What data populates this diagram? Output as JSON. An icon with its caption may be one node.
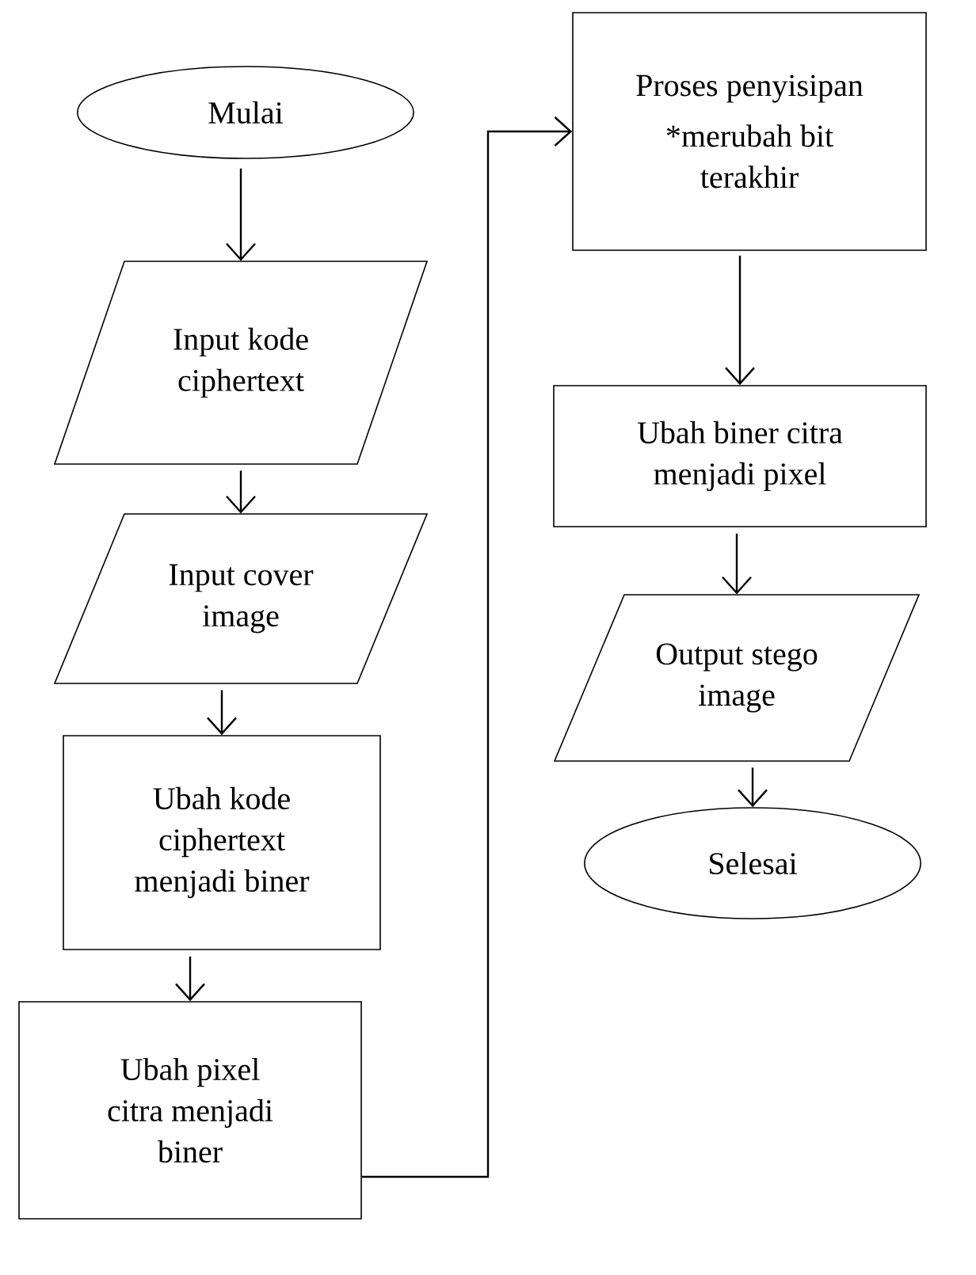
{
  "diagram": {
    "nodes": [
      {
        "text": [
          "Mulai"
        ]
      },
      {
        "text": [
          "Input kode ciphertext"
        ]
      },
      {
        "text": [
          "Input cover image"
        ]
      },
      {
        "text": [
          "Ubah kode ciphertext menjadi biner"
        ]
      },
      {
        "text": [
          "Ubah pixel citra menjadi biner"
        ]
      },
      {
        "text": [
          "Proses penyisipan",
          "*merubah bit terakhir"
        ]
      },
      {
        "text": [
          "Ubah biner citra menjadi pixel"
        ]
      },
      {
        "text": [
          "Output stego image"
        ]
      },
      {
        "text": [
          "Selesai"
        ]
      }
    ],
    "edges": [
      {
        "from": 0,
        "to": 1,
        "arrow": "to"
      },
      {
        "from": 1,
        "to": 2,
        "arrow": "to"
      },
      {
        "from": 2,
        "to": 3,
        "arrow": "to"
      },
      {
        "from": 3,
        "to": 4,
        "arrow": "to"
      },
      {
        "from": 4,
        "to": 5,
        "arrow": "to"
      },
      {
        "from": 5,
        "to": 6,
        "arrow": "to"
      },
      {
        "from": 6,
        "to": 7,
        "arrow": "to"
      },
      {
        "from": 7,
        "to": 8,
        "arrow": "to"
      }
    ]
  }
}
